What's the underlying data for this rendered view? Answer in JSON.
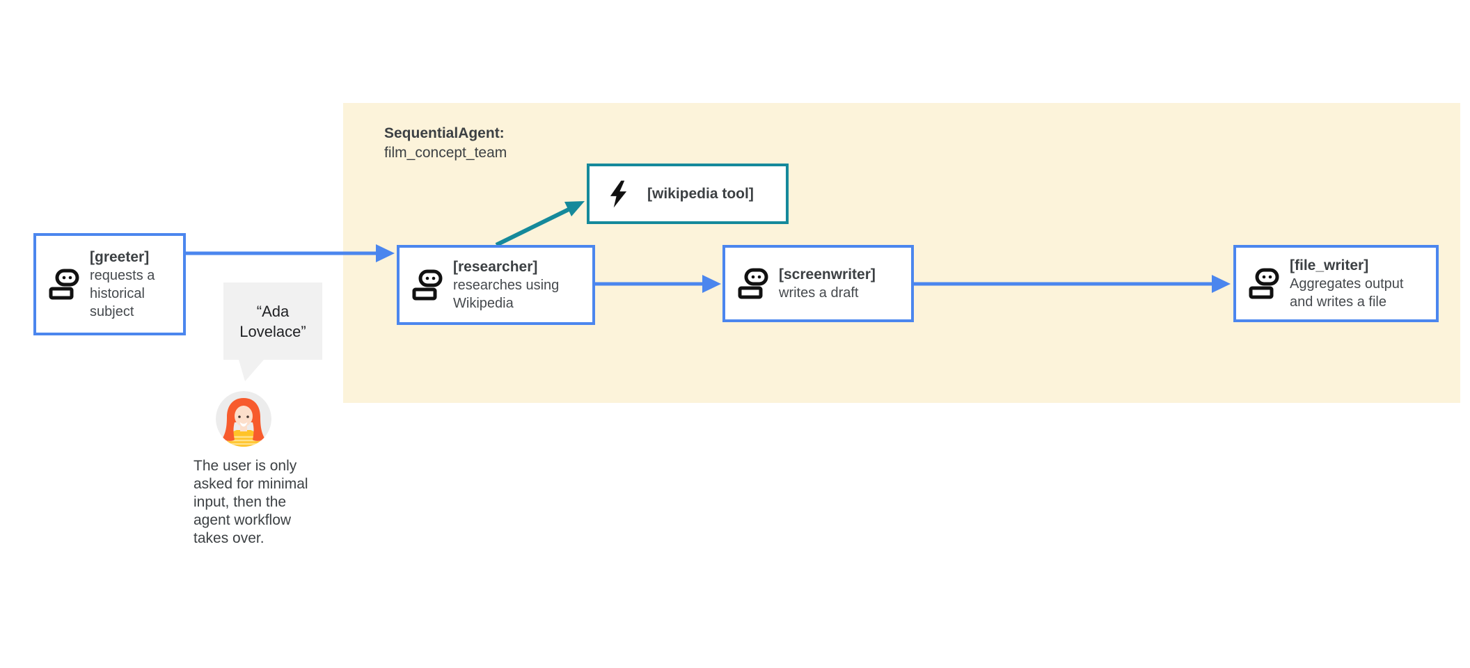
{
  "diagram_title": {
    "label_bold": "SequentialAgent:",
    "label_name": "film_concept_team"
  },
  "nodes": [
    {
      "id": "greeter",
      "name": "[greeter]",
      "description": "requests a historical subject",
      "icon": "robot-icon"
    },
    {
      "id": "researcher",
      "name": "[researcher]",
      "description": "researches using Wikipedia",
      "icon": "robot-icon"
    },
    {
      "id": "screenwriter",
      "name": "[screenwriter]",
      "description": "writes a draft",
      "icon": "robot-icon"
    },
    {
      "id": "file_writer",
      "name": "[file_writer]",
      "description": "Aggregates output and writes a file",
      "icon": "robot-icon"
    },
    {
      "id": "wikipedia_tool",
      "name": "[wikipedia tool]",
      "description": "",
      "icon": "lightning-bolt-icon"
    }
  ],
  "user_annotation": {
    "speech_bubble": "“Ada Lovelace”",
    "caption": "The user is only asked for minimal input, then the agent workflow takes over.",
    "avatar": "woman-avatar"
  },
  "colors": {
    "agent_accent_blue": "#4b86ee",
    "tool_accent_teal": "#15899b",
    "container_background": "#fcf3da",
    "node_background": "#ffffff",
    "text_dark_gray": "#3c4043",
    "bubble_background": "#f1f1f1"
  }
}
